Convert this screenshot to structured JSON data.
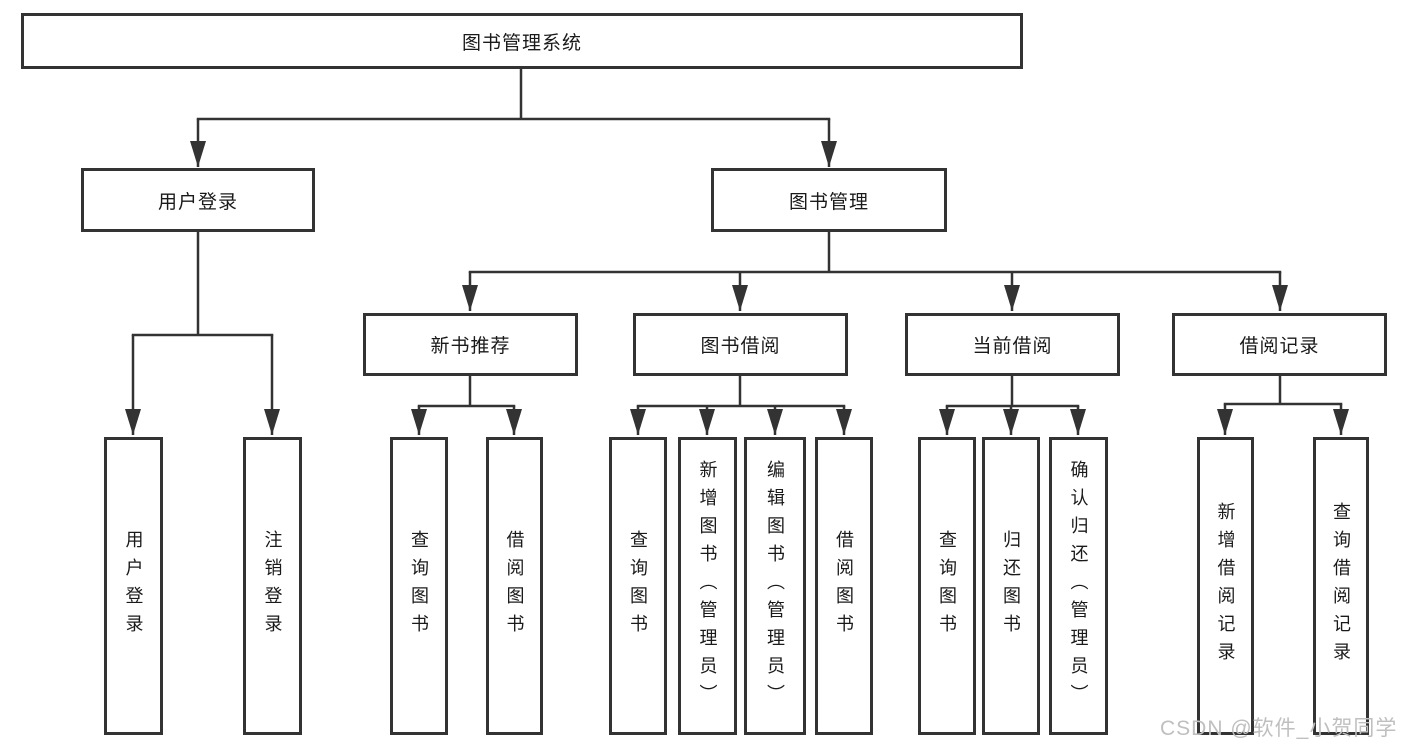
{
  "diagram": {
    "title": "图书管理系统",
    "level2": {
      "user_login": "用户登录",
      "book_mgmt": "图书管理"
    },
    "level3": {
      "new_book_rec": "新书推荐",
      "book_borrow": "图书借阅",
      "current_borrow": "当前借阅",
      "borrow_records": "借阅记录"
    },
    "leaves": {
      "login": "用户登录",
      "logout": "注销登录",
      "rec_query": "查询图书",
      "rec_borrow": "借阅图书",
      "bb_query": "查询图书",
      "bb_add": "新增图书（管理员）",
      "bb_edit": "编辑图书（管理员）",
      "bb_borrow": "借阅图书",
      "cb_query": "查询图书",
      "cb_return": "归还图书",
      "cb_confirm": "确认归还（管理员）",
      "br_add": "新增借阅记录",
      "br_query": "查询借阅记录"
    },
    "colors": {
      "line": "#333333",
      "text": "#1a1a1a",
      "watermark": "#bfbfbf",
      "background": "#ffffff"
    },
    "watermark": "CSDN @软件_小贺同学"
  }
}
